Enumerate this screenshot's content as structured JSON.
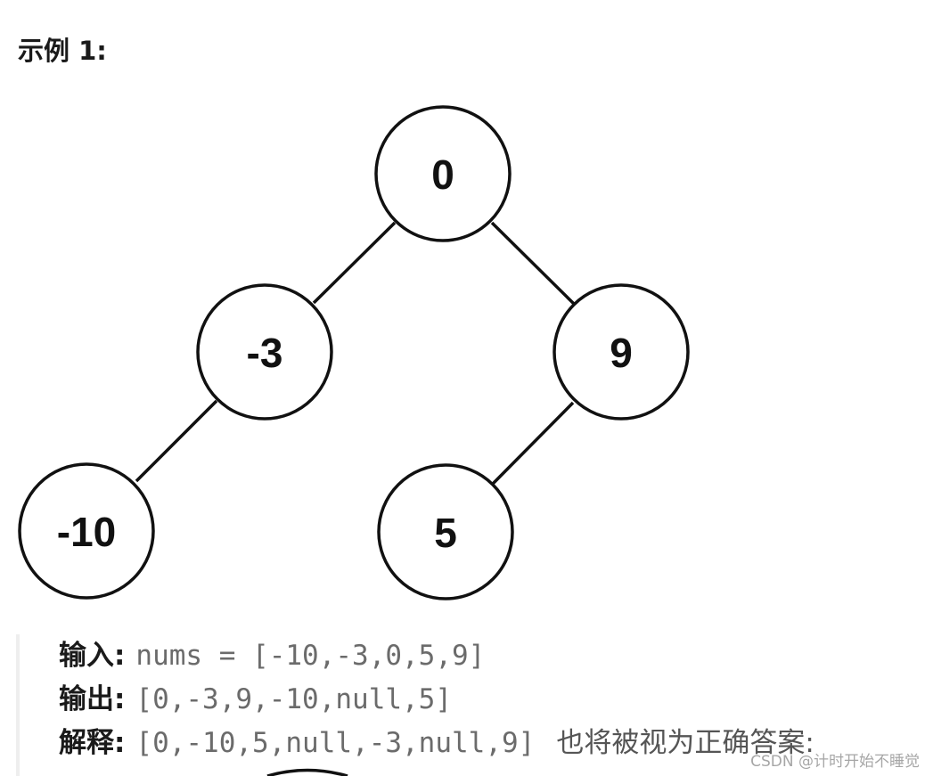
{
  "heading": "示例 1:",
  "tree": {
    "nodes": {
      "root": "0",
      "left": "-3",
      "right": "9",
      "left_left": "-10",
      "right_left": "5"
    }
  },
  "example": {
    "input_label": "输入",
    "input_value": "nums = [-10,-3,0,5,9]",
    "output_label": "输出",
    "output_value": "[0,-3,9,-10,null,5]",
    "explain_label": "解释",
    "explain_value": "[0,-10,5,null,-3,null,9]",
    "explain_note": "也将被视为正确答案:",
    "colon": ":"
  },
  "watermark": "CSDN @计时开始不睡觉"
}
